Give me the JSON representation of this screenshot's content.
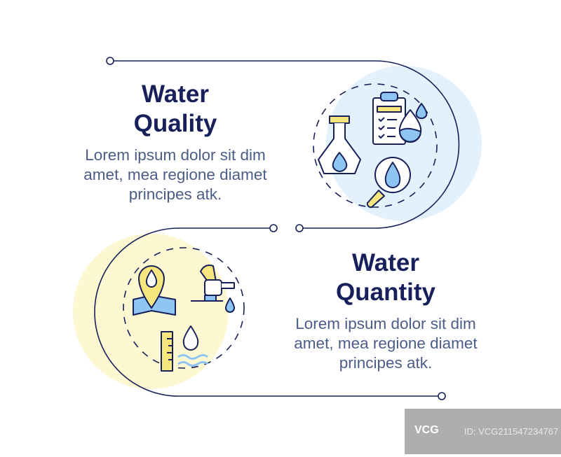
{
  "colors": {
    "navy": "#17205a",
    "light_blue": "#e3f1fc",
    "light_yellow": "#fdf8d2",
    "icon_blue": "#8ec5f2",
    "icon_yellow": "#f7e67d",
    "text": "#4b5d87"
  },
  "sections": [
    {
      "title_line1": "Water",
      "title_line2": "Quality",
      "body_lines": [
        "Lorem ipsum dolor sit dim",
        "amet, mea regione diamet",
        "principes atk."
      ],
      "icons": [
        "flask-icon",
        "clipboard-checklist-icon",
        "water-drop-icon",
        "magnifier-drop-icon"
      ]
    },
    {
      "title_line1": "Water",
      "title_line2": "Quantity",
      "body_lines": [
        "Lorem ipsum dolor sit dim",
        "amet, mea regione diamet",
        "principes atk."
      ],
      "icons": [
        "location-pin-map-icon",
        "water-tap-icon",
        "water-level-ruler-icon"
      ]
    }
  ],
  "watermark": {
    "logo": "VCG",
    "id": "ID: VCG211547234767"
  }
}
